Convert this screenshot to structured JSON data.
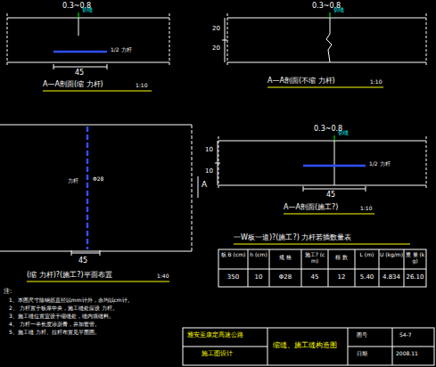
{
  "diagram": {
    "labels": [
      "0.3~0.8",
      "切缝",
      "1/2 力杆",
      "45",
      "A—A剖面(缩 力杆)",
      "1:10",
      "0.3~0.8",
      "切缝",
      "20",
      "20",
      "A—A剖面(不缩 力杆)",
      "1:10",
      "0.3~0.8",
      "切缝",
      "1/2 力杆",
      "10",
      "10",
      "45",
      "A—A剖面(施工?)",
      "1:10",
      "力杆",
      "Φ28",
      "A",
      "45",
      "(缩 力杆)?(施工?)平面布置",
      "1:40",
      "一W板一道)?(施工?) 力杆若插数量表",
      "板 B (cm)",
      "h (cm)",
      "规 格",
      "施工? (cm)",
      "根 数",
      "L (m)",
      "U (kg/m)",
      "重 量 (kg)",
      "350",
      "10",
      "Φ28",
      "45",
      "12",
      "5.40",
      "4.834",
      "26.10",
      "注:",
      "1、本图尺寸除钢筋直径以mm计外，余均以cm计。",
      "2、 力杆置于板厚中央，施工缝处应设 力杆。",
      "3、施工缝位置宜设于缩缝处，缝内填缝料。",
      "4、 力杆一半长度涂沥青，并加套管。",
      "5、施工缝 力杆、拉杆布置见平面图。",
      "雅安至康定高速公路",
      "施工图设计",
      "缩缝、施工缝构造图",
      "图号",
      "S4-7",
      "日期",
      "2008.11"
    ]
  }
}
